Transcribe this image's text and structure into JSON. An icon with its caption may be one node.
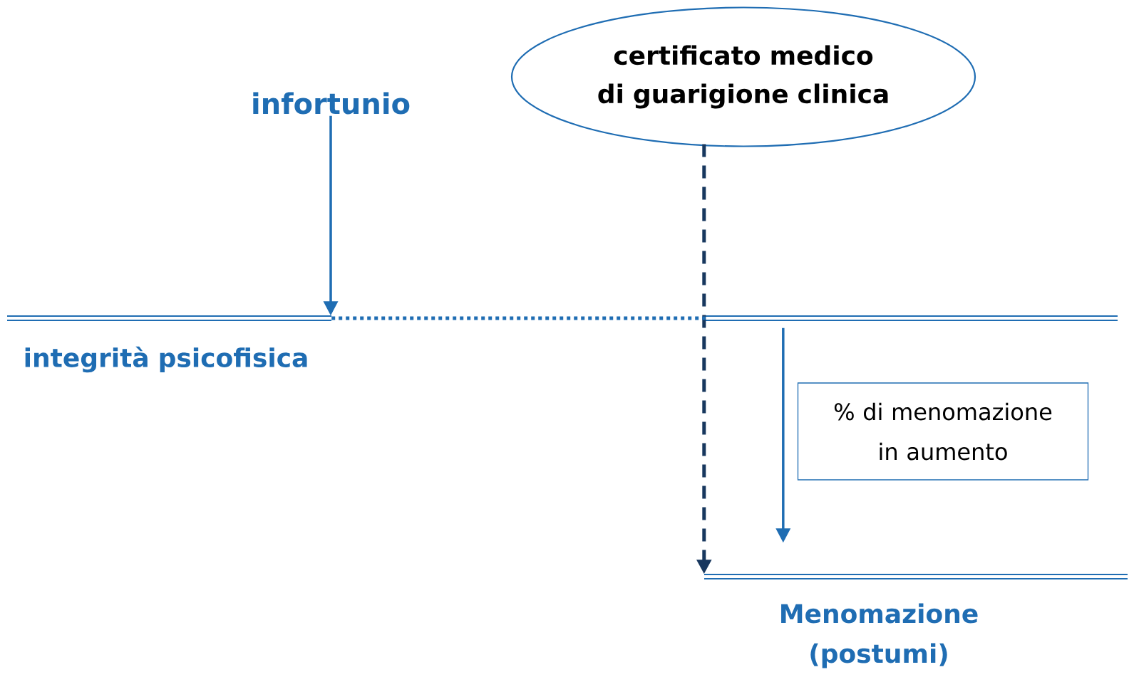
{
  "diagram": {
    "nodes": [
      {
        "text": [
          "infortunio"
        ]
      },
      {
        "text": [
          "certificato medico di guarigione clinica"
        ]
      },
      {
        "text": [],
        "shape": "line",
        "beside": [
          "integrità psicofisica"
        ]
      },
      {
        "text": [
          "% di menomazione in aumento"
        ]
      },
      {
        "text": [],
        "shape": "line",
        "beside": [
          "Menomazione (postumi)"
        ]
      },
      {
        "text": [],
        "shape": "line"
      }
    ],
    "edges": [
      {
        "from": 0,
        "to": 2,
        "arrow": "to"
      },
      {
        "from": 1,
        "to": 4,
        "arrow": "to",
        "style": "dashed",
        "color": "#17375e"
      },
      {
        "from": 2,
        "to": 5,
        "arrow": "none",
        "style": "dashed"
      },
      {
        "from": 5,
        "to": 4,
        "arrow": "to"
      }
    ]
  }
}
